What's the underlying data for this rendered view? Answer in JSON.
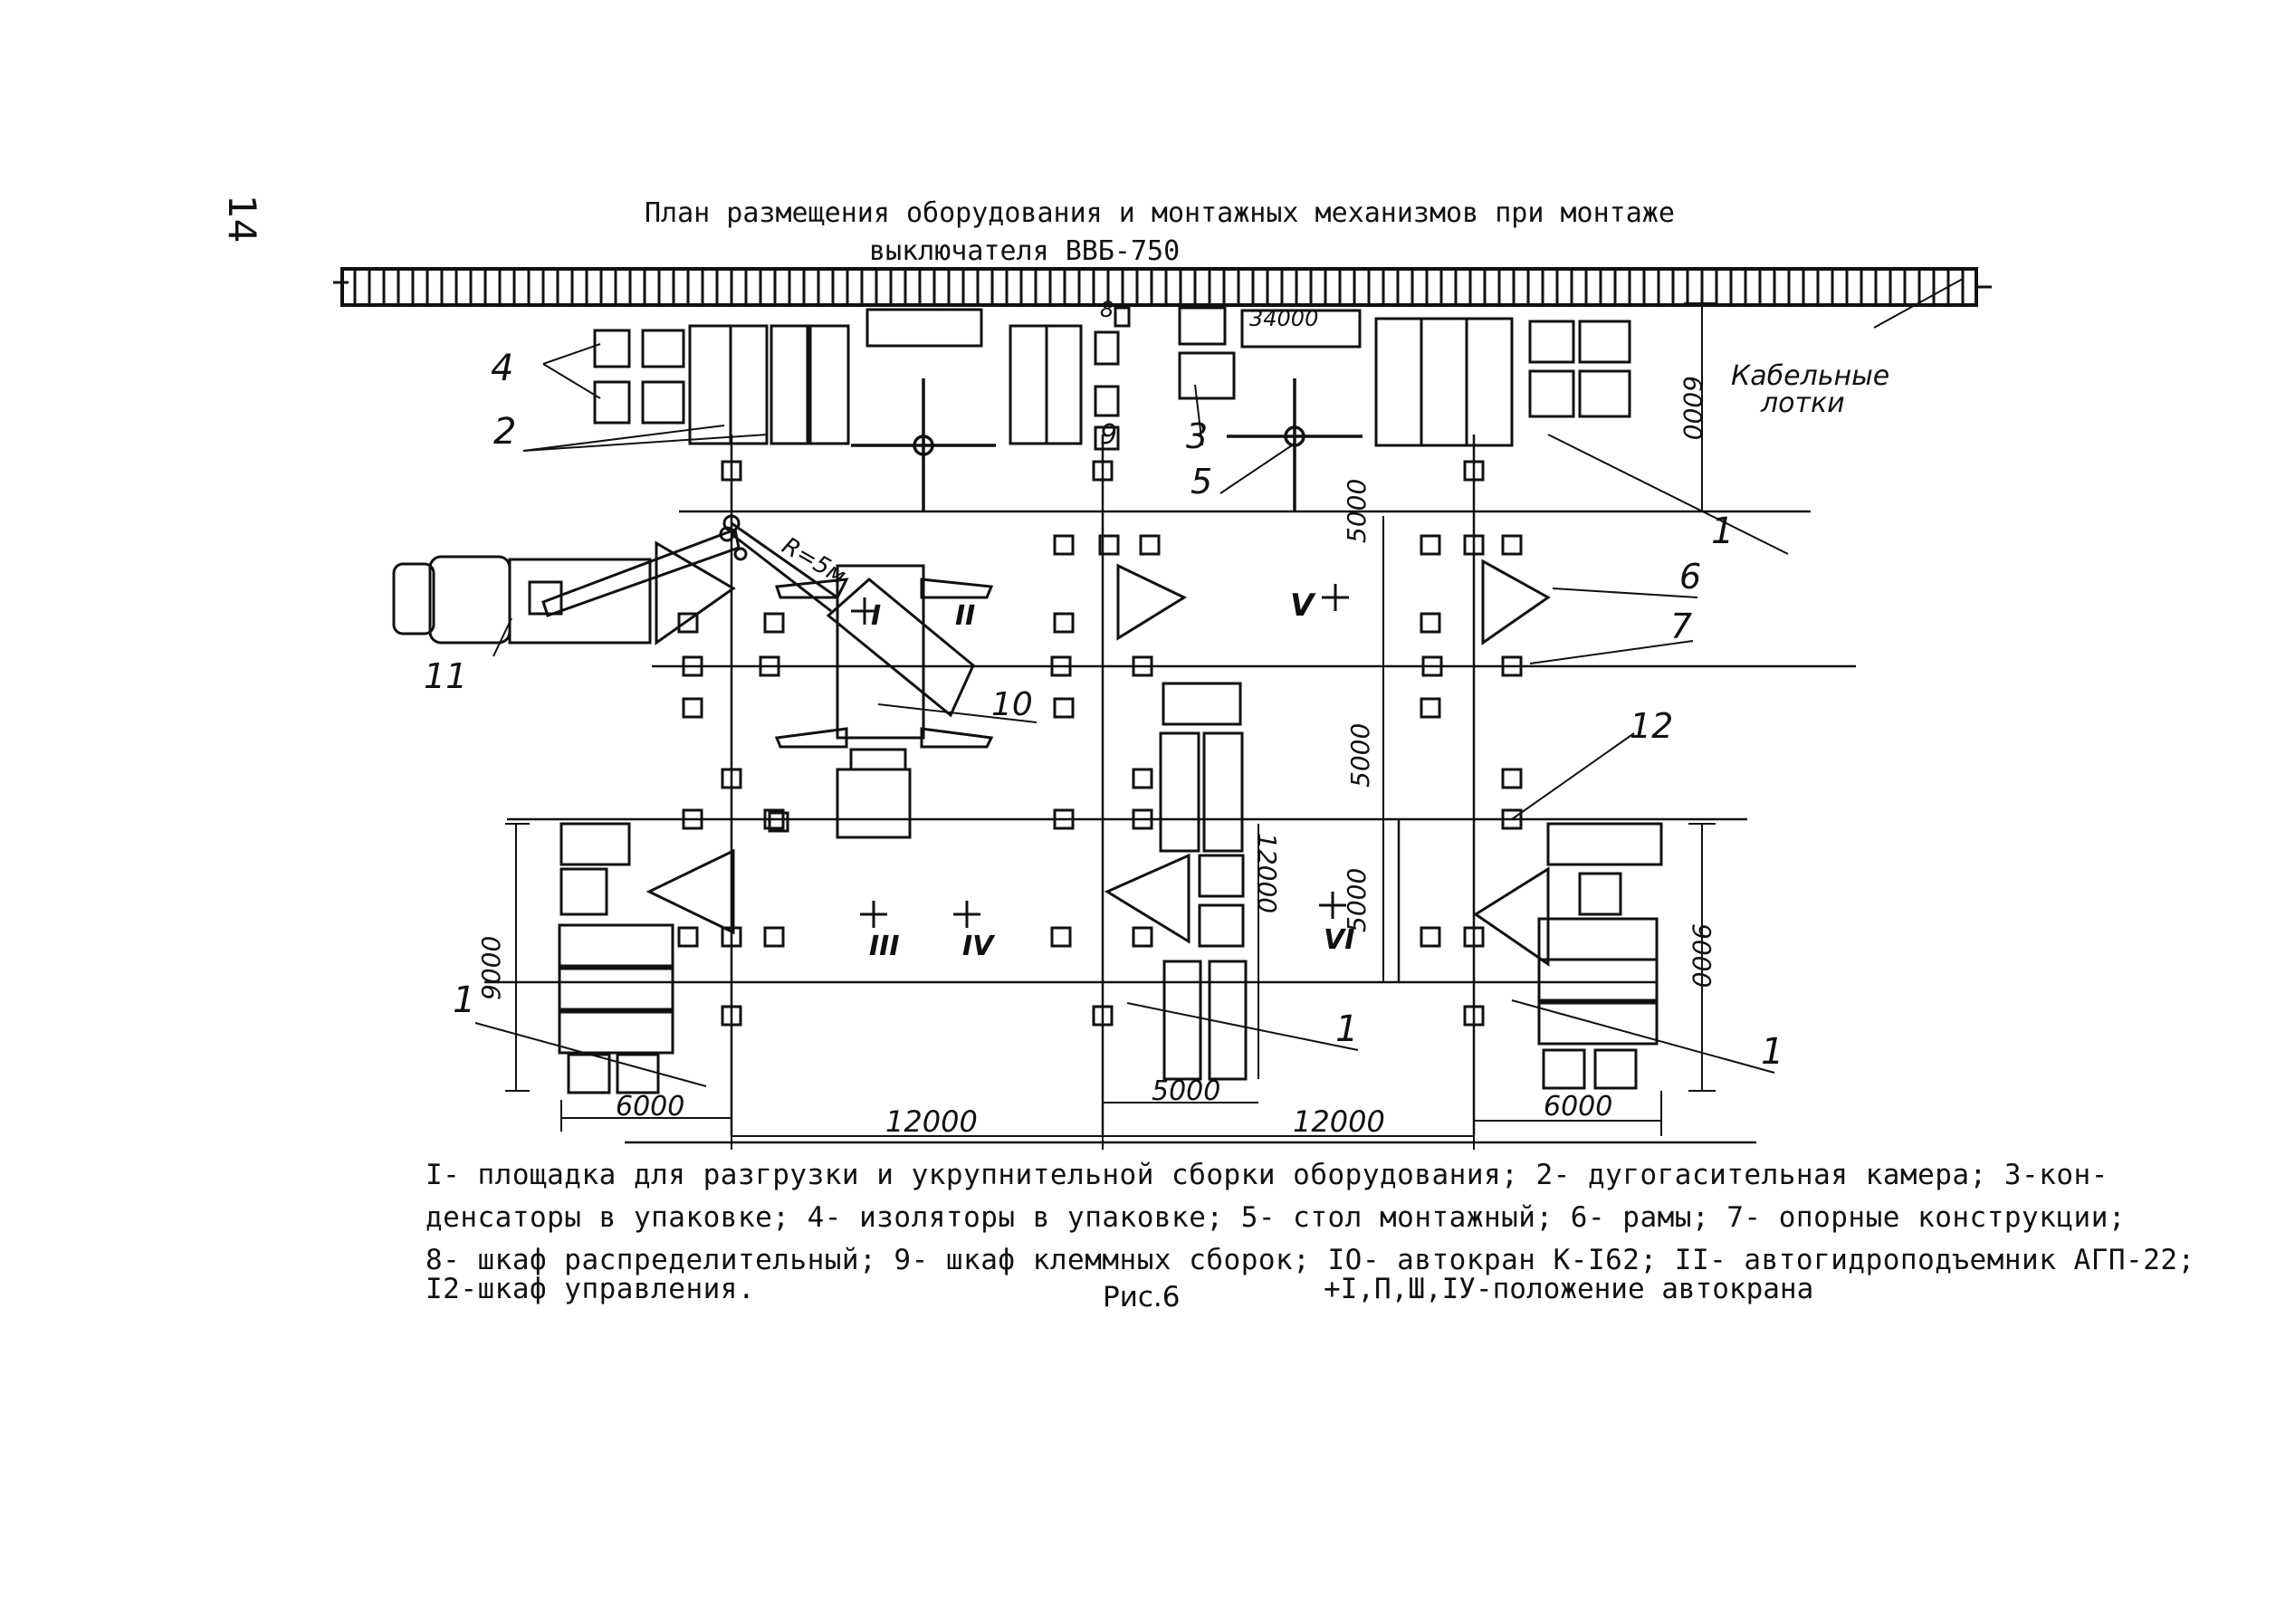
{
  "page": {
    "number": "14",
    "title_line_1": "План размещения оборудования и монтажных механизмов при монтаже",
    "title_line_2": "выключателя ВВБ-750"
  },
  "drawing": {
    "cable_tray_label_1": "Кабельные",
    "cable_tray_label_2": "лотки",
    "radius_label": "R=5м",
    "dimensions": {
      "top_length": "34000",
      "top_depth": "6000",
      "bay_upper": "5000",
      "bay_middle": "5000",
      "bay_lower": "5000",
      "left_block_height": "9000",
      "right_block_height": "9000",
      "center_block_height": "12000",
      "left_block_width": "6000",
      "right_block_width": "6000",
      "center_block_width": "5000",
      "span_left": "12000",
      "span_right": "12000"
    },
    "callouts": [
      "1",
      "1",
      "1",
      "1",
      "2",
      "3",
      "4",
      "5",
      "6",
      "7",
      "8",
      "9",
      "10",
      "11",
      "12"
    ],
    "positions": [
      "I",
      "II",
      "III",
      "IV",
      "V",
      "VI"
    ]
  },
  "legend": {
    "line_1": "I- площадка для разгрузки и укрупнительной сборки оборудования; 2- дугогасительная камера; 3-кон-",
    "line_2": "денсаторы в упаковке; 4- изоляторы в упаковке; 5- стол монтажный; 6- рамы; 7- опорные конструкции;",
    "line_3": "8- шкаф распределительный; 9- шкаф клеммных сборок; IO- автокран К-I62; II- автогидроподъемник АГП-22;",
    "line_4": "I2-шкаф управления."
  },
  "caption": "Рис.6",
  "positions_note": "+I,П,Ш,IУ-положение автокрана"
}
